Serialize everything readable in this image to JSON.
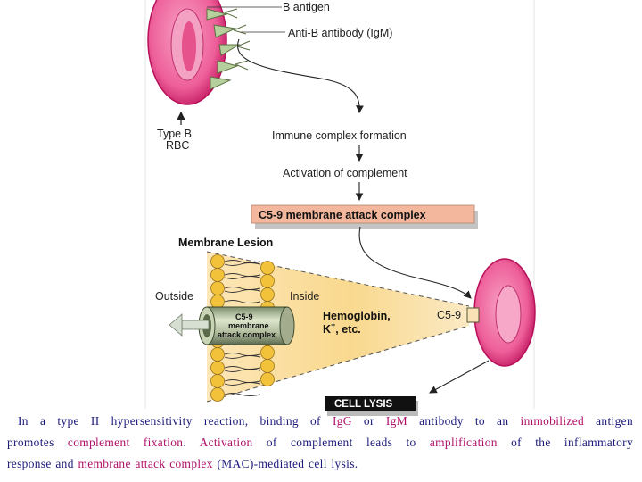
{
  "labels": {
    "b_antigen": "B antigen",
    "anti_b_antibody": "Anti-B antibody (IgM)",
    "type_b_line1": "Type B",
    "type_b_line2": "RBC",
    "immune_complex": "Immune complex formation",
    "activation": "Activation of complement",
    "mac_box": "C5-9 membrane attack complex",
    "membrane_lesion": "Membrane Lesion",
    "outside": "Outside",
    "inside": "Inside",
    "channel_line1": "C5-9",
    "channel_line2": "membrane",
    "channel_line3": "attack complex",
    "hemoglobin_line1": "Hemoglobin,",
    "hemoglobin_line2": "K",
    "hemoglobin_sup": "+",
    "hemoglobin_line2_rest": ", etc.",
    "c59_small": "C5-9",
    "cell_lysis": "CELL LYSIS"
  },
  "caption": {
    "s1": "In a type II hypersensitivity reaction, binding of ",
    "s2": "IgG",
    "s3": " or ",
    "s4": "IgM",
    "s5": " antibody to an ",
    "s6": "immobilized",
    "s7": " antigen",
    "s8": "promotes ",
    "s9": "complement fixation",
    "s10": ". ",
    "s11": "Activation",
    "s12": " of complement leads to ",
    "s13": "amplification",
    "s14": " of the inflammatory",
    "s15": "response and ",
    "s16": "membrane attack complex",
    "s17": " (MAC)-mediated cell lysis."
  },
  "colors": {
    "rbc": "#f07aa8",
    "rbc_dark": "#b8105a",
    "antibody": "#a8c896",
    "mac_box": "#f3b79e",
    "lipid_head": "#f0c030",
    "cone": "#f9dda0",
    "cell_lysis_bg": "#111111"
  }
}
